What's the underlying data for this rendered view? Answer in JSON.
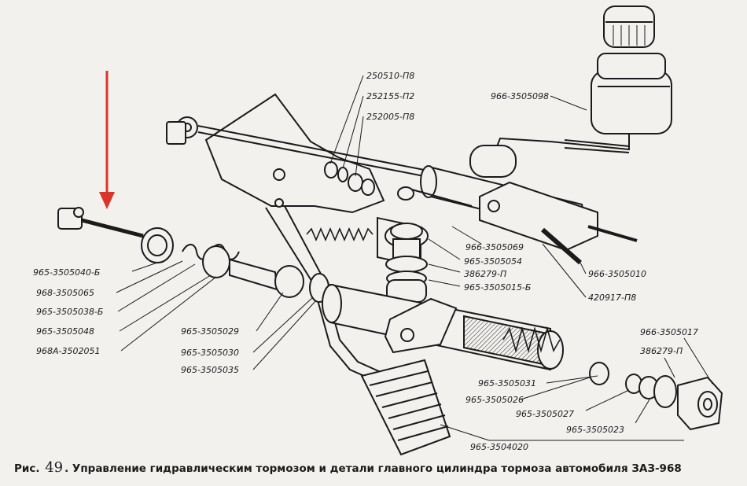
{
  "figure": {
    "caption": {
      "prefix": "Рис.",
      "number": "49",
      "text": ". Управление гидравлическим тормозом и детали главного цилиндра тормоза автомобиля ЗАЗ-968"
    },
    "accent_arrow_color": "#d9352b",
    "labels": {
      "l250510": "250510-П8",
      "l252155": "252155-П2",
      "l252005": "252005-П8",
      "l3505098": "966-3505098",
      "l3505069": "966-3505069",
      "l3505054": "965-3505054",
      "l386279a": "386279-П",
      "l3505015": "965-3505015-Б",
      "l3505010": "966-3505010",
      "l420917": "420917-П8",
      "l3505040": "965-3505040-Б",
      "l3505065": "968-3505065",
      "l3505038": "965-3505038-Б",
      "l3505048": "965-3505048",
      "l3502051": "968А-3502051",
      "l3505029": "965-3505029",
      "l3505030": "965-3505030",
      "l3505035": "965-3505035",
      "l3505017": "966-3505017",
      "l386279b": "386279-П",
      "l3505031": "965-3505031",
      "l3505026": "965-3505026",
      "l3505027": "965-3505027",
      "l3505023": "965-3505023",
      "l3504020": "965-3504020"
    }
  }
}
